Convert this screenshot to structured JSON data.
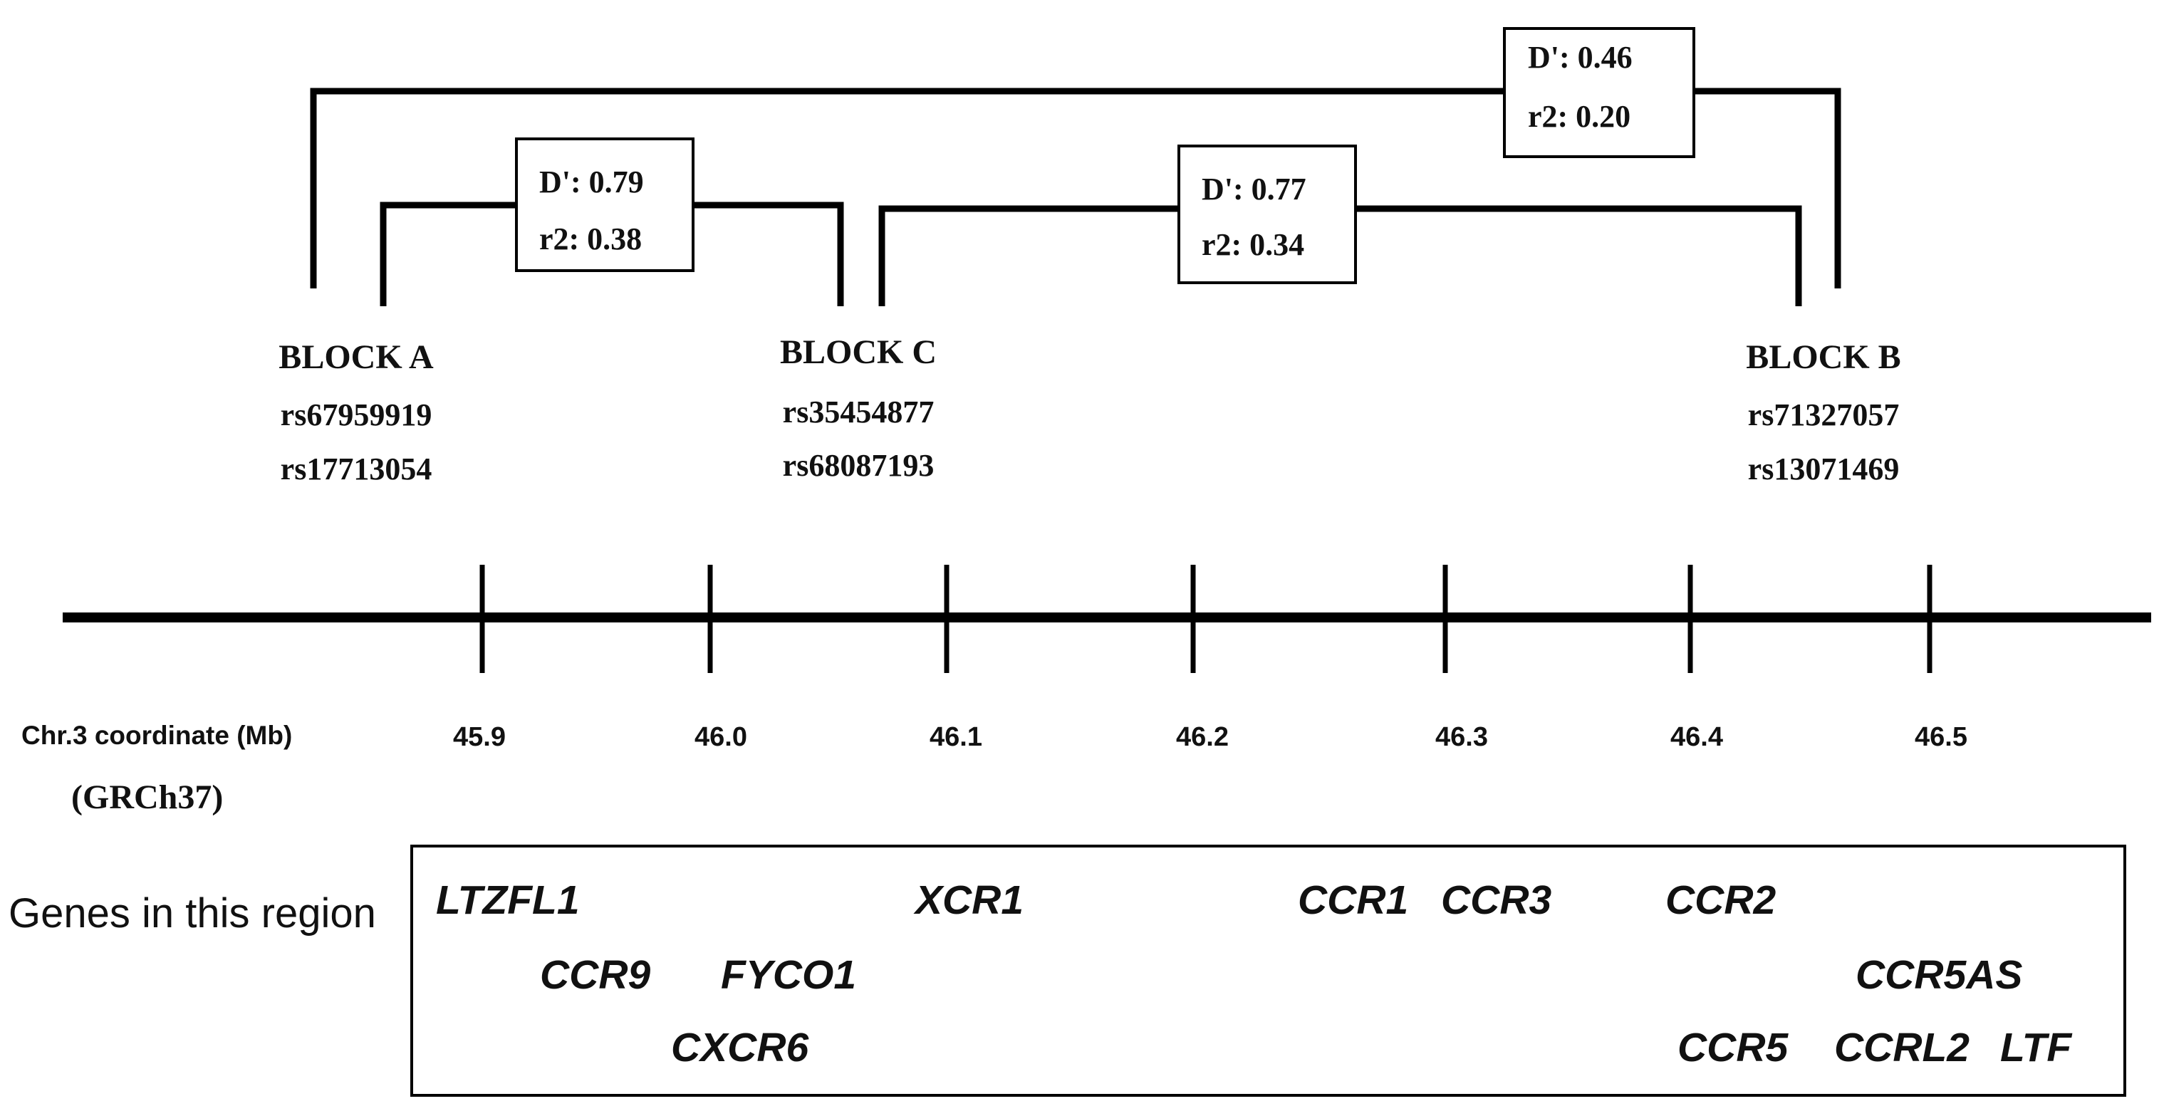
{
  "blocks": [
    {
      "name": "BLOCK A",
      "snps": [
        "rs67959919",
        "rs17713054"
      ]
    },
    {
      "name": "BLOCK C",
      "snps": [
        "rs35454877",
        "rs68087193"
      ]
    },
    {
      "name": "BLOCK B",
      "snps": [
        "rs71327057",
        "rs13071469"
      ]
    }
  ],
  "ld_links": [
    {
      "label_d": "D': 0.79",
      "label_r2": "r2: 0.38"
    },
    {
      "label_d": "D': 0.77",
      "label_r2": "r2: 0.34"
    },
    {
      "label_d": "D': 0.46",
      "label_r2": "r2: 0.20"
    }
  ],
  "axis": {
    "label": "Chr.3  coordinate (Mb)",
    "build": "(GRCh37)",
    "ticks": [
      "45.9",
      "46.0",
      "46.1",
      "46.2",
      "46.3",
      "46.4",
      "46.5"
    ]
  },
  "genes": {
    "label": "Genes in this region",
    "names": [
      "LTZFL1",
      "CCR9",
      "FYCO1",
      "CXCR6",
      "XCR1",
      "CCR1",
      "CCR3",
      "CCR2",
      "CCR5AS",
      "CCR5",
      "CCRL2",
      "LTF"
    ]
  }
}
